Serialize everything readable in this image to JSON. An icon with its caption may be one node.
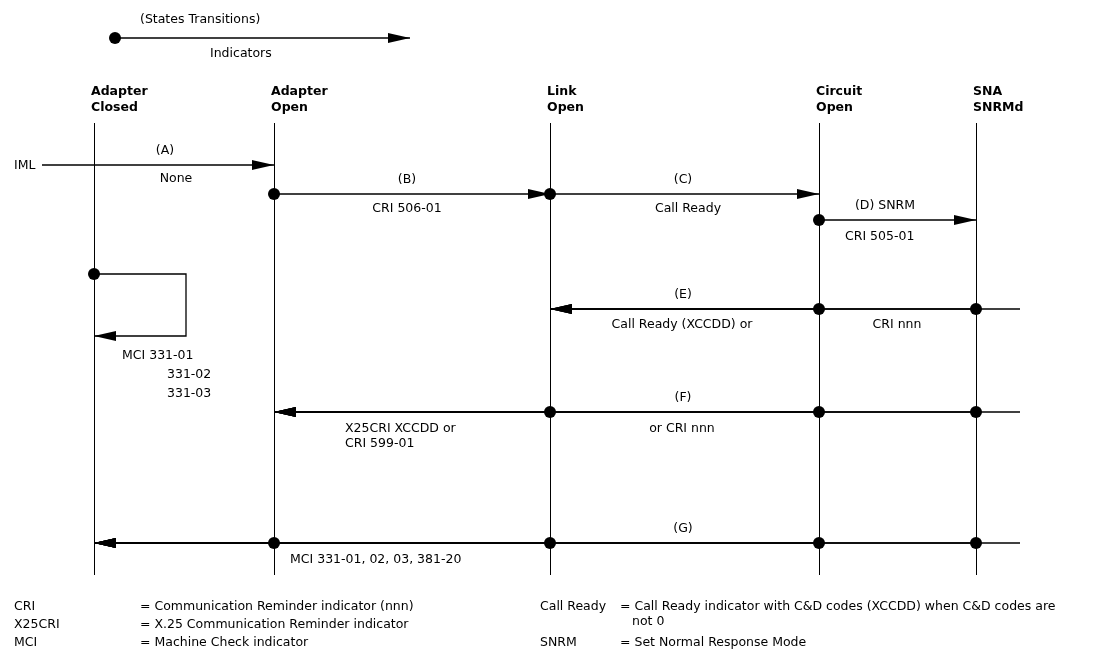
{
  "diagram": {
    "nodes": [
      {
        "text": [
          "Adapter Closed"
        ]
      },
      {
        "text": [
          "Adapter Open"
        ]
      },
      {
        "text": [
          "Link Open"
        ]
      },
      {
        "text": [
          "Circuit Open"
        ]
      },
      {
        "text": [
          "SNA SNRMd"
        ]
      },
      {
        "text": [
          "IML"
        ]
      }
    ],
    "edges": [
      {
        "from": 5,
        "to": 1,
        "arrow": "to",
        "label": "(A)"
      },
      {
        "from": 1,
        "to": 2,
        "arrow": "to",
        "label": "(B)"
      },
      {
        "from": 2,
        "to": 3,
        "arrow": "to",
        "label": "(C)"
      },
      {
        "from": 3,
        "to": 4,
        "arrow": "to",
        "label": "(D)  SNRM"
      },
      {
        "from": 0,
        "to": 0,
        "arrow": "to"
      },
      {
        "from": 3,
        "to": 2,
        "arrow": "to",
        "label": "(E)"
      },
      {
        "from": 4,
        "to": 2,
        "arrow": "to"
      },
      {
        "from": null,
        "to": 2,
        "arrow": "to"
      },
      {
        "from": 2,
        "to": 1,
        "arrow": "to"
      },
      {
        "from": 3,
        "to": 1,
        "arrow": "to",
        "label": "(F)"
      },
      {
        "from": 4,
        "to": 1,
        "arrow": "to"
      },
      {
        "from": null,
        "to": 1,
        "arrow": "to"
      },
      {
        "from": 1,
        "to": 0,
        "arrow": "to"
      },
      {
        "from": 2,
        "to": 0,
        "arrow": "to"
      },
      {
        "from": 3,
        "to": 0,
        "arrow": "to",
        "label": "(G)"
      },
      {
        "from": 4,
        "to": 0,
        "arrow": "to"
      },
      {
        "from": null,
        "to": 0,
        "arrow": "to"
      }
    ],
    "labels": [
      "None",
      "CRI 506-01",
      "Call Ready",
      "CRI 505-01",
      "MCI  331-01",
      "331-02",
      "331-03",
      "Call Ready (XCCDD) or",
      "CRI nnn",
      "X25CRI XCCDD or CRI 599-01",
      "or CRI nnn",
      "MCI 331-01, 02, 03, 381-20",
      "CRI",
      "= Communication Reminder indicator (nnn)",
      "Call Ready",
      "= Call Ready indicator with C&D codes (XCCDD) when C&D codes are not 0",
      "X25CRI",
      "= X.25 Communication Reminder indicator",
      "MCI",
      "= Machine Check indicator",
      "SNRM",
      "= Set Normal Response Mode"
    ],
    "legend": [
      {
        "text": "(States Transitions)"
      },
      {
        "text": "Indicators"
      }
    ]
  }
}
